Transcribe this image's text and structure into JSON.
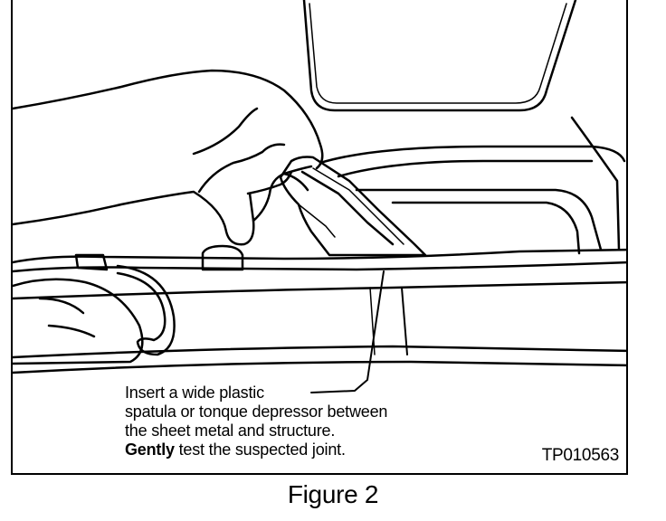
{
  "caption": {
    "line1": "Insert a wide plastic",
    "line2": "spatula or tonque depressor between",
    "line3": "the sheet metal and structure.",
    "line4_bold": "Gently",
    "line4_rest": " test the suspected joint."
  },
  "figure_code": "TP010563",
  "figure_label": "Figure 2",
  "colors": {
    "ink": "#000000",
    "paper": "#ffffff"
  }
}
